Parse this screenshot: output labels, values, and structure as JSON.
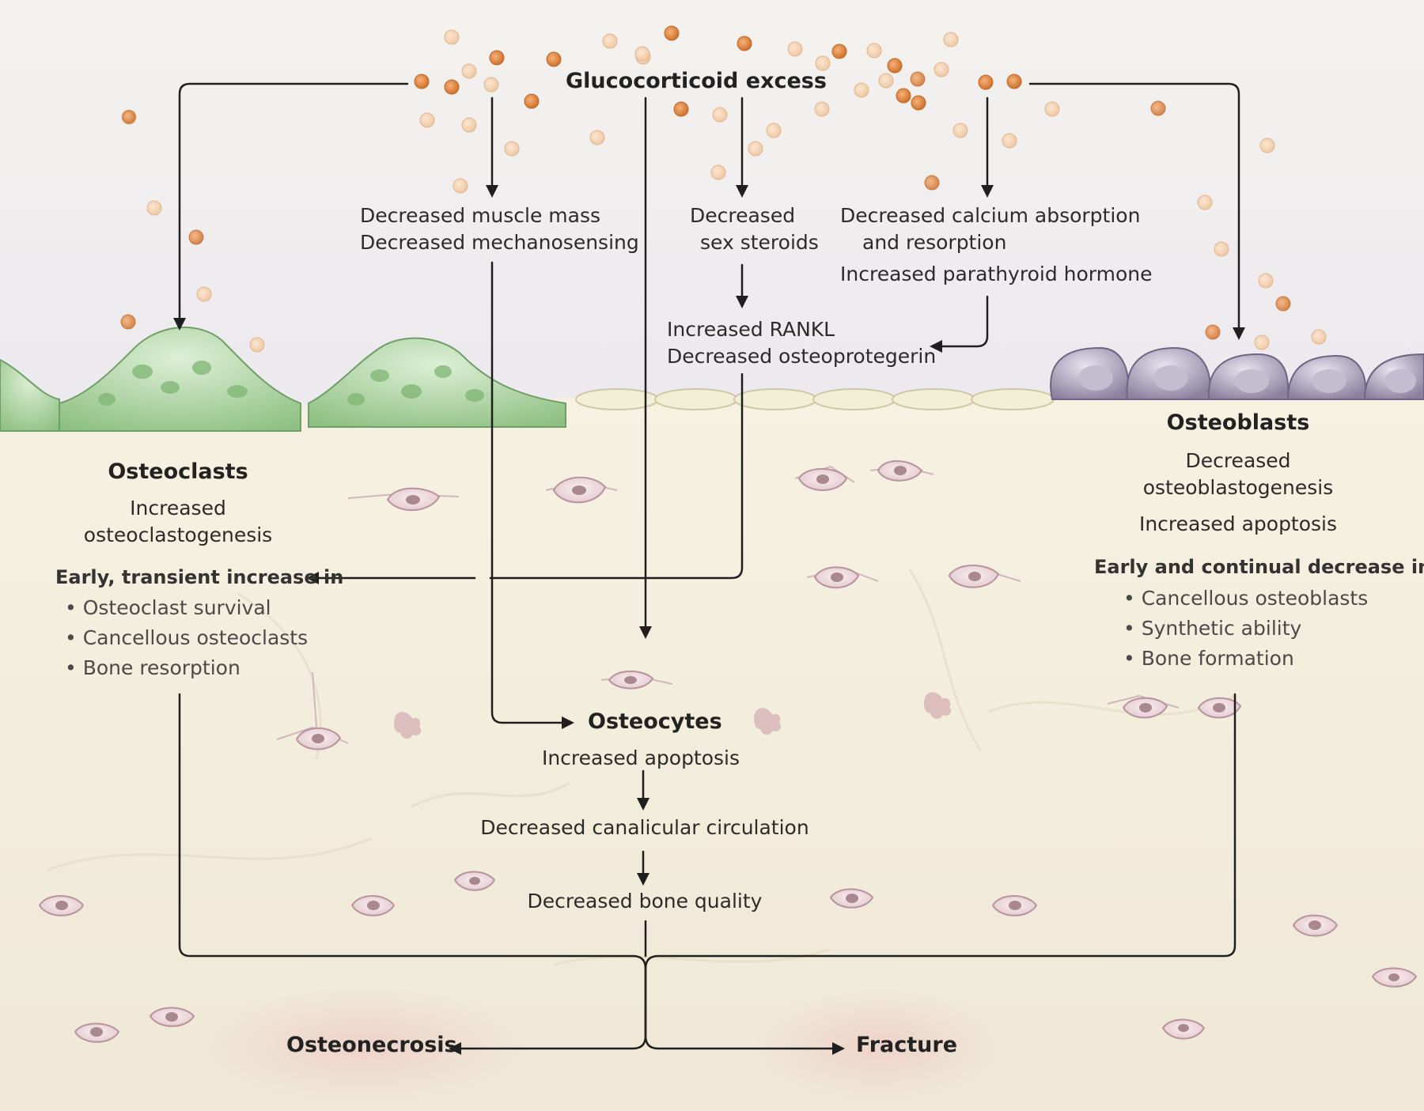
{
  "title": "Glucocorticoid excess",
  "mechanisms": {
    "muscle": [
      "Decreased muscle mass",
      "Decreased mechanosensing"
    ],
    "sex_steroids": [
      "Decreased",
      "sex steroids"
    ],
    "calcium": [
      "Decreased calcium absorption",
      "and resorption",
      "Increased parathyroid hormone"
    ],
    "rankl": [
      "Increased RANKL",
      "Decreased osteoprotegerin"
    ]
  },
  "osteoclasts": {
    "heading": "Osteoclasts",
    "effect": [
      "Increased",
      "osteoclastogenesis"
    ],
    "subheading": "Early, transient increase in",
    "items": [
      "Osteoclast survival",
      "Cancellous osteoclasts",
      "Bone resorption"
    ]
  },
  "osteoblasts": {
    "heading": "Osteoblasts",
    "effect": [
      "Decreased",
      "osteoblastogenesis"
    ],
    "effect2": "Increased apoptosis",
    "subheading": "Early and continual decrease in",
    "items": [
      "Cancellous osteoblasts",
      "Synthetic ability",
      "Bone formation"
    ]
  },
  "osteocytes": {
    "heading": "Osteocytes",
    "chain": [
      "Increased apoptosis",
      "Decreased canalicular circulation",
      "Decreased bone quality"
    ]
  },
  "outcomes": {
    "left": "Osteonecrosis",
    "right": "Fracture"
  },
  "colors": {
    "osteoclast": "#a8cf9c",
    "osteoblast": "#9a90ab",
    "particle": "#e08a45",
    "bone": "#f2ecdb",
    "arrow": "#1f1f1f"
  }
}
